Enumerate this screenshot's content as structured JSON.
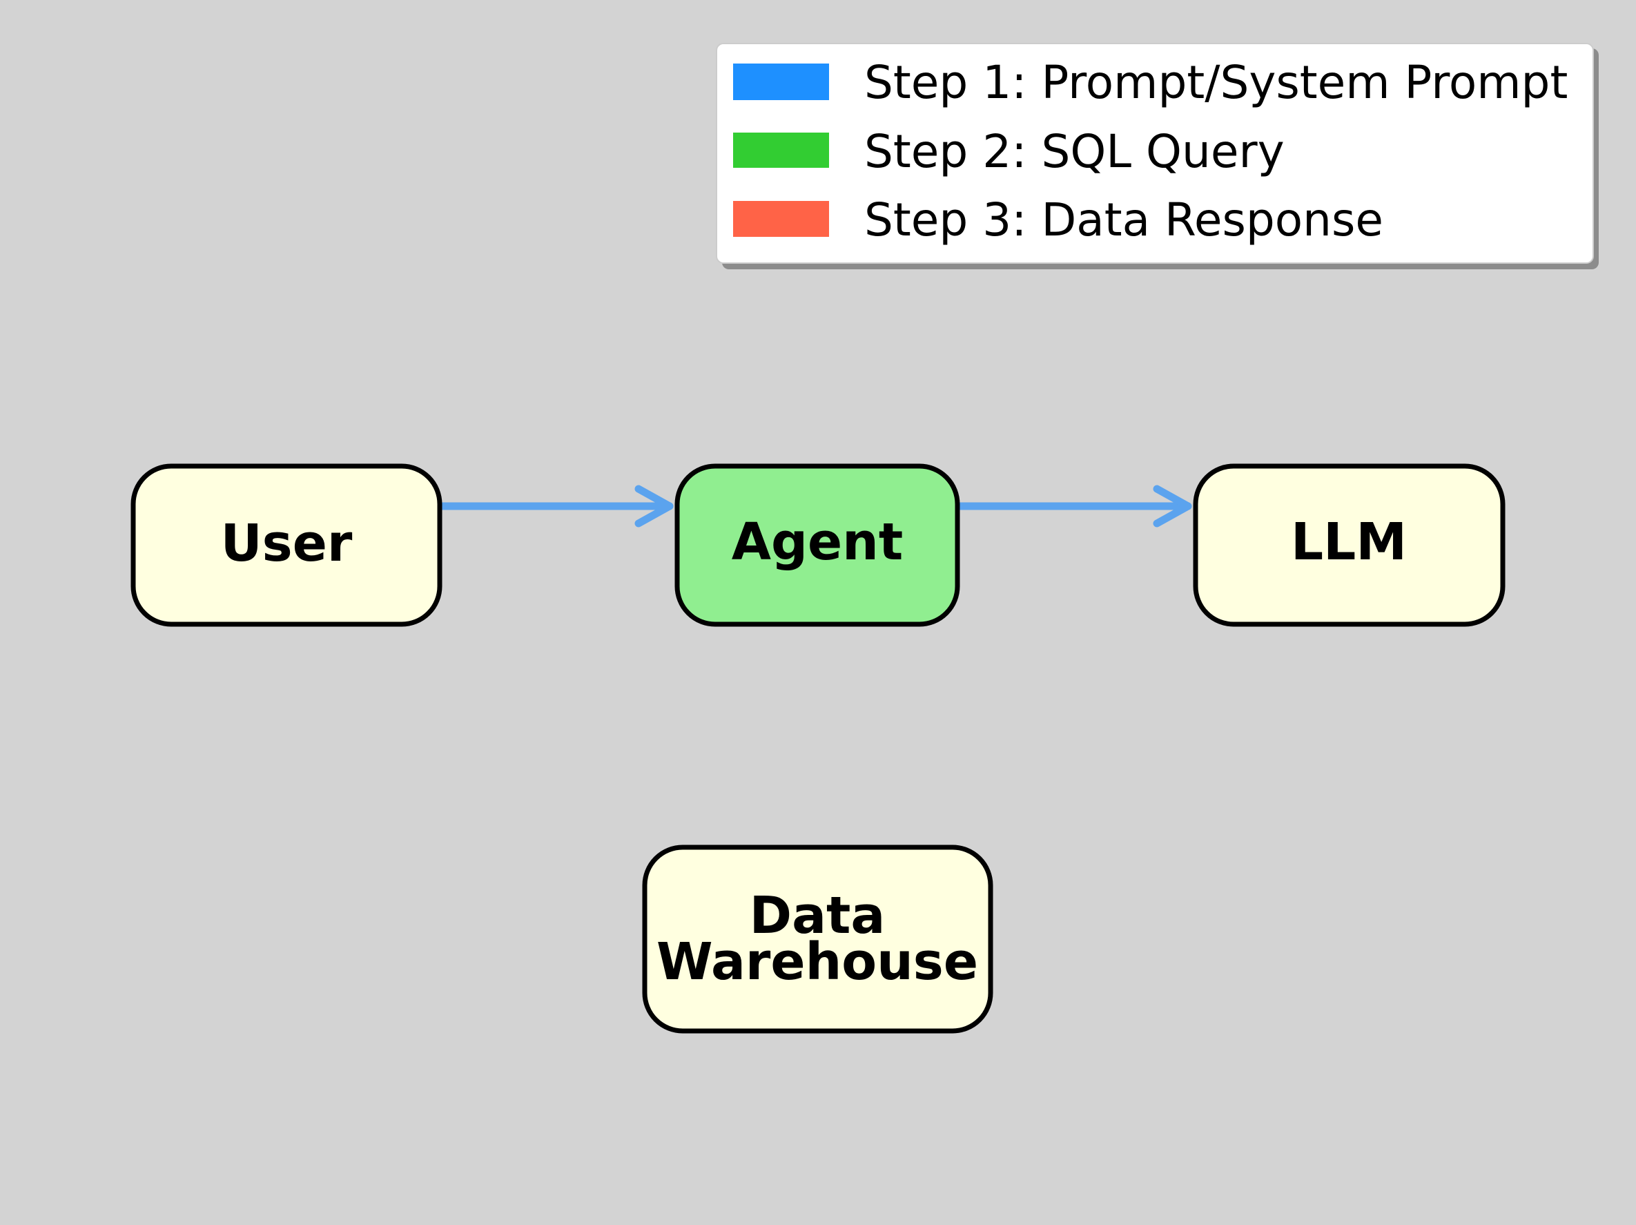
{
  "colors": {
    "background": "#d3d3d3",
    "node_default_fill": "#ffffe0",
    "node_active_fill": "#90ee90",
    "node_stroke": "#000000",
    "arrow": "#5ba3ee",
    "legend_bg": "#ffffff",
    "legend_shadow": "#8c8c8c"
  },
  "legend": {
    "items": [
      {
        "label": "Step 1: Prompt/System Prompt",
        "color": "#1e90ff"
      },
      {
        "label": "Step 2: SQL Query",
        "color": "#32cd32"
      },
      {
        "label": "Step 3: Data Response",
        "color": "#ff6347"
      }
    ]
  },
  "nodes": {
    "user": {
      "label": "User",
      "active": false
    },
    "agent": {
      "label": "Agent",
      "active": true
    },
    "llm": {
      "label": "LLM",
      "active": false
    },
    "warehouse": {
      "label_line1": "Data",
      "label_line2": "Warehouse",
      "active": false
    }
  },
  "edges": [
    {
      "from": "user",
      "to": "agent",
      "step": 1
    },
    {
      "from": "agent",
      "to": "llm",
      "step": 1
    }
  ]
}
